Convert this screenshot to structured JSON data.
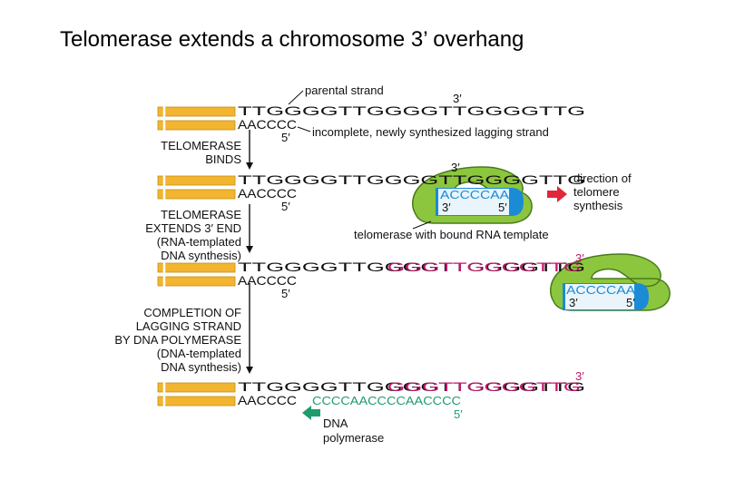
{
  "title": "Telomerase extends a chromosome 3’ overhang",
  "colors": {
    "strand_fill": "#f3b52f",
    "strand_edge": "#c58f12",
    "telomerase_green": "#8cc63e",
    "telomerase_edge": "#4a7a1c",
    "rna_blue": "#1a8bd4",
    "new_dna_magenta": "#c0176b",
    "lagging_green": "#1f9c6c",
    "arrow_red": "#e2273a"
  },
  "labels": {
    "parental_strand": "parental strand",
    "incomplete_lagging": "incomplete, newly synthesized lagging strand",
    "direction": [
      "direction of",
      "telomere",
      "synthesis"
    ],
    "telomerase_rna": "telomerase with bound RNA template",
    "dna_polymerase": [
      "DNA",
      "polymerase"
    ]
  },
  "steps": {
    "binds": [
      "TELOMERASE",
      "BINDS"
    ],
    "extends": [
      "TELOMERASE",
      "EXTENDS 3′ END",
      "(RNA-templated",
      "DNA synthesis)"
    ],
    "completion": [
      "COMPLETION OF",
      "LAGGING STRAND",
      "BY DNA POLYMERASE",
      "(DNA-templated",
      "DNA synthesis)"
    ]
  },
  "sequences": {
    "top_strand": "TTGGGGTTGGGGTTGGGGTTG",
    "bottom_strand": "AACCCC",
    "rna_template": "ACCCCAA",
    "extension": "GGGTTGGGGTTG",
    "lagging_fill": "CCCCAACCCCAACCCC"
  },
  "polarity": {
    "three_prime": "3′",
    "five_prime": "5′"
  }
}
